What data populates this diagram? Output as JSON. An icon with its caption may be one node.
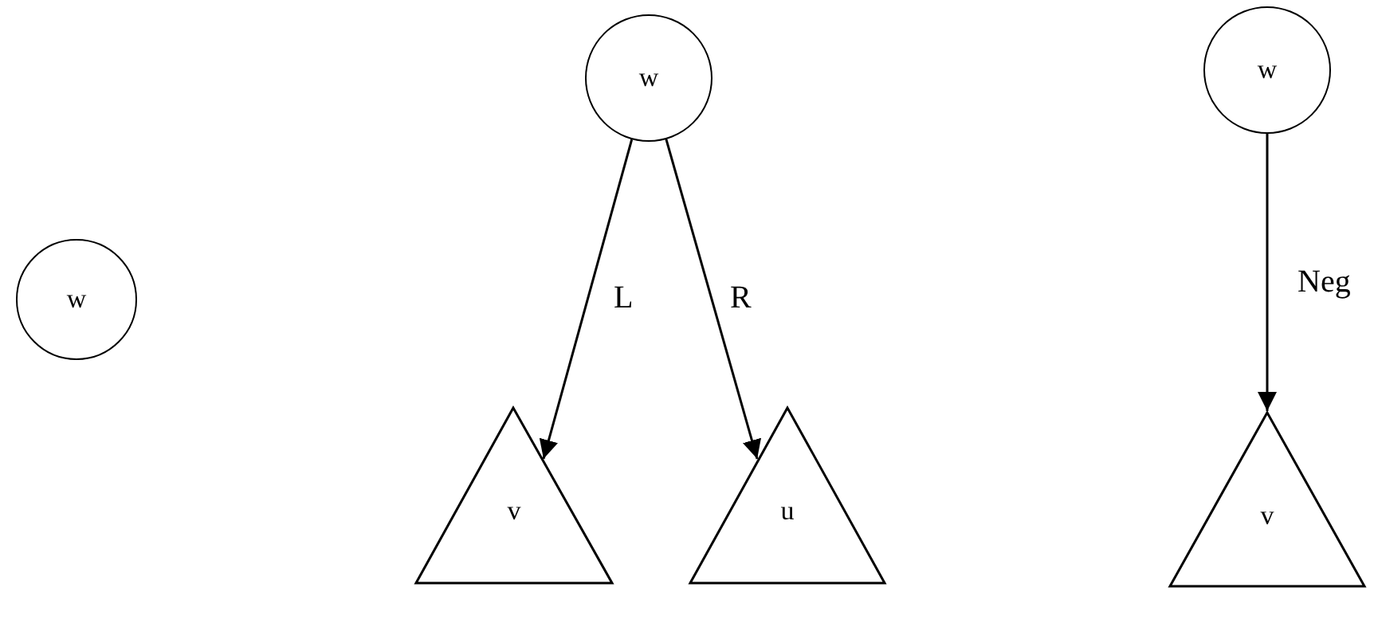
{
  "diagram": {
    "nodes": [
      {
        "text": [
          "w"
        ]
      },
      {
        "text": [
          "w"
        ]
      },
      {
        "text": [
          "v"
        ]
      },
      {
        "text": [
          "u"
        ]
      },
      {
        "text": [
          "w"
        ]
      },
      {
        "text": [
          "v"
        ]
      }
    ],
    "edges": [
      {
        "from": 1,
        "to": 2,
        "arrow": "to",
        "label": "L"
      },
      {
        "from": 1,
        "to": 3,
        "arrow": "to",
        "label": "R"
      },
      {
        "from": 4,
        "to": 5,
        "arrow": "to",
        "label": "Neg"
      }
    ]
  }
}
